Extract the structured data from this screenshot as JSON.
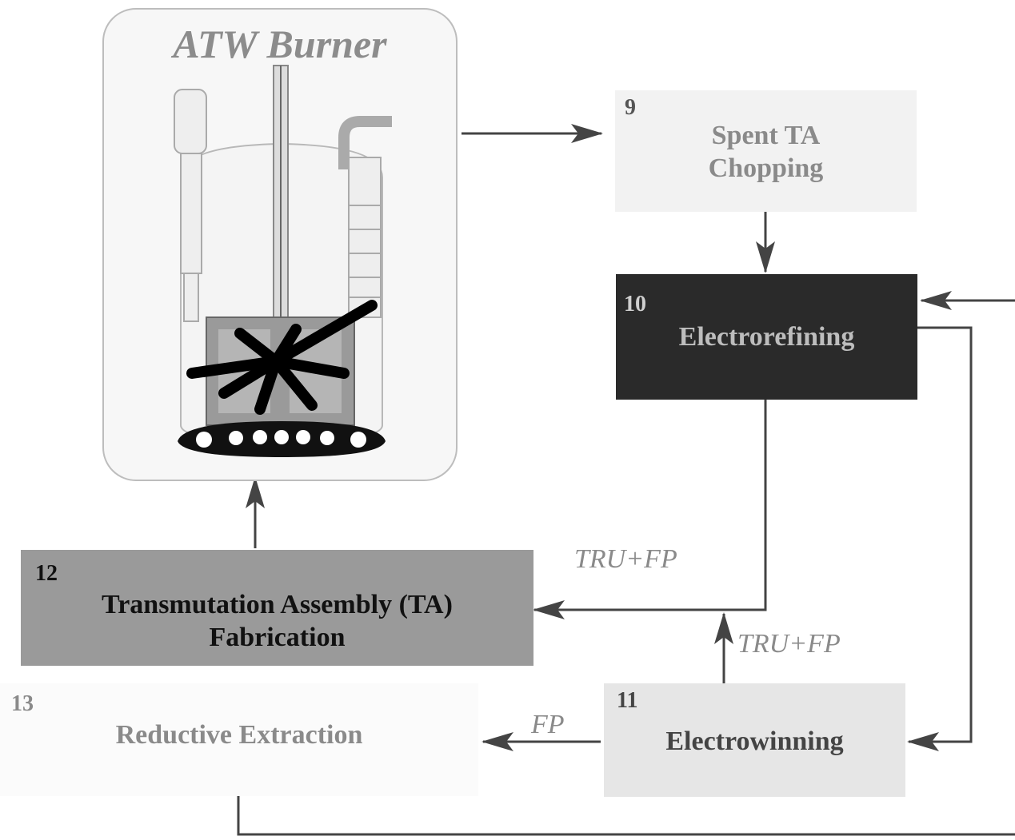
{
  "burner": {
    "title": "ATW Burner"
  },
  "steps": [
    {
      "number": "9",
      "label": [
        "Spent TA",
        "Chopping"
      ]
    },
    {
      "number": "10",
      "label": [
        "Electrorefining"
      ]
    },
    {
      "number": "11",
      "label": [
        "Electrowinning"
      ]
    },
    {
      "number": "12",
      "label": [
        "Transmutation Assembly (TA)",
        "Fabrication"
      ]
    },
    {
      "number": "13",
      "label": [
        "Reductive Extraction"
      ]
    }
  ],
  "flows": {
    "tru_fp_upper": "TRU+FP",
    "tru_fp_lower": "TRU+FP",
    "fp": "FP"
  },
  "colors": {
    "line": "#444444",
    "box_light": "#f2f2f2",
    "box_electrorefining": "#2a2a2a",
    "box_fabrication": "#9a9a9a",
    "box_electrowinning": "#e6e6e6",
    "text_light": "#8a8a8a"
  }
}
